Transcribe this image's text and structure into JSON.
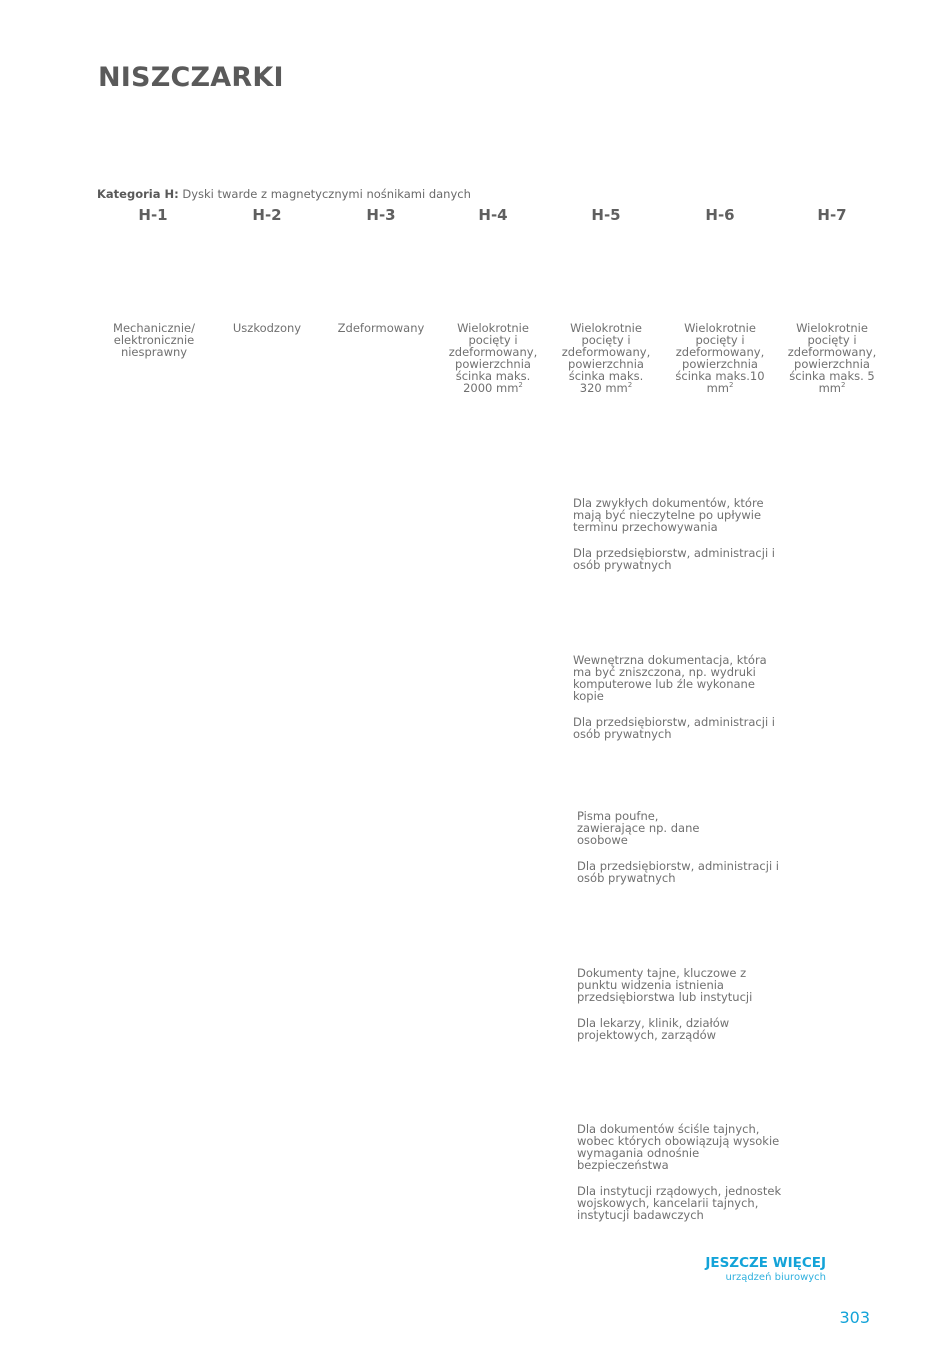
{
  "page": {
    "title": "NISZCZARKI",
    "number": "303"
  },
  "category": {
    "label": "Kategoria H:",
    "description": "Dyski twarde z magnetycznymi nośnikami danych"
  },
  "levels": [
    {
      "code": "H-1",
      "description": "Mechanicznie/ elektronicznie niesprawny"
    },
    {
      "code": "H-2",
      "description": "Uszkodzony"
    },
    {
      "code": "H-3",
      "description": "Zdeformowany"
    },
    {
      "code": "H-4",
      "description": "Wielokrotnie pocięty i zdeformowany, powierzchnia ścinka maks. 2000 mm",
      "superscript": "2"
    },
    {
      "code": "H-5",
      "description": "Wielokrotnie pocięty i zdeformowany, powierzchnia ścinka maks. 320 mm",
      "superscript": "2"
    },
    {
      "code": "H-6",
      "description": "Wielokrotnie pocięty i zdeformowany, powierzchnia ścinka maks.10 mm",
      "superscript": "2"
    },
    {
      "code": "H-7",
      "description": "Wielokrotnie pocięty i zdeformowany, powierzchnia ścinka maks. 5 mm",
      "superscript": "2"
    }
  ],
  "security_levels": [
    {
      "description": "Dla zwykłych dokumentów, które mają być nieczytelne po upływie terminu przechowywania",
      "users": "Dla przedsiębiorstw, administracji i osób prywatnych"
    },
    {
      "description": "Wewnętrzna dokumentacja, która ma być zniszczona, np. wydruki komputerowe lub źle wykonane kopie",
      "users": "Dla przedsiębiorstw, administracji i osób prywatnych"
    },
    {
      "description": "Pisma poufne, zawierające np. dane osobowe",
      "users": "Dla przedsiębiorstw, administracji i osób prywatnych"
    },
    {
      "description": "Dokumenty tajne, kluczowe z punktu widzenia istnienia przedsiębiorstwa lub instytucji",
      "users": "Dla lekarzy, klinik, działów projektowych, zarządów"
    },
    {
      "description": "Dla dokumentów ściśle tajnych, wobec których obowiązują wysokie wymagania odnośnie bezpieczeństwa",
      "users": "Dla instytucji rządowych, jednostek wojskowych, kancelarii tajnych, instytucji badawczych"
    }
  ],
  "footer": {
    "more_title": "JESZCZE WIĘCEJ",
    "more_subtitle": "urządzeń biurowych"
  },
  "colors": {
    "accent": "#13a3d8",
    "title": "#5a5a5a",
    "text": "#707070"
  }
}
